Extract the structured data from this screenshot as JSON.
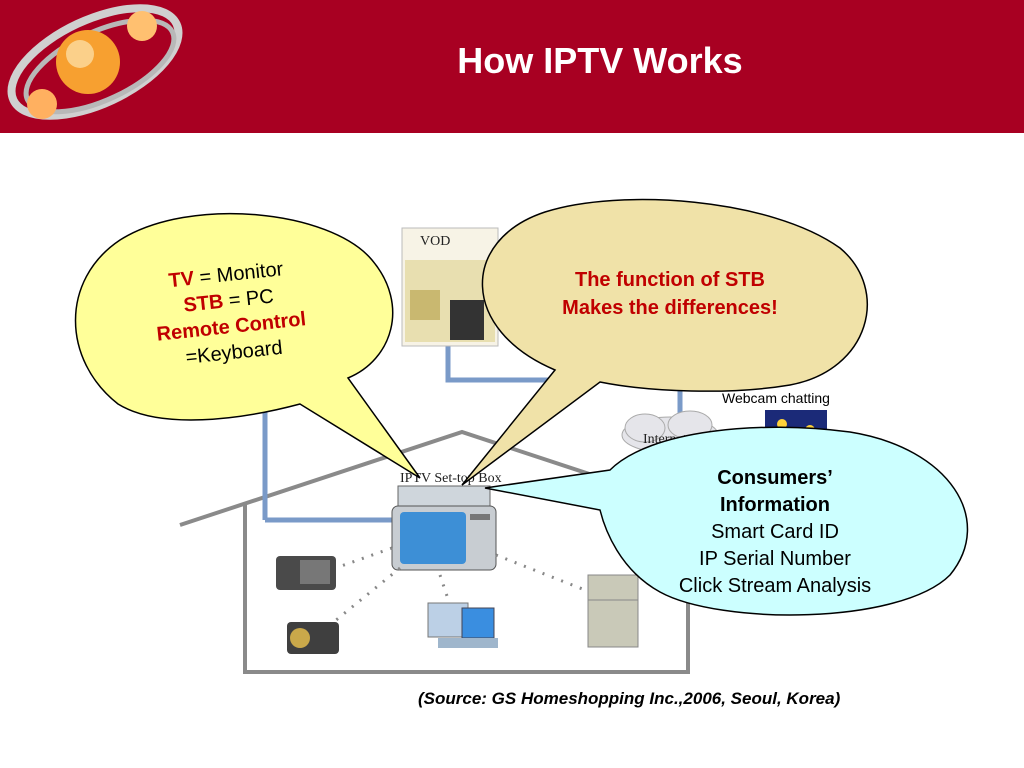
{
  "header": {
    "title": "How IPTV Works"
  },
  "diagram": {
    "vod_label": "VOD",
    "stb_label": "IPTV Set-top Box",
    "internet_label": "Internet",
    "webcam_label": "Webcam chatting"
  },
  "bubbles": {
    "left": {
      "line1_key": "TV",
      "line1_rest": " = Monitor",
      "line2_key": "STB",
      "line2_rest": " = PC",
      "line3": "Remote Control",
      "line4": "=Keyboard"
    },
    "center": {
      "line1": "The function of STB",
      "line2": "Makes the differences!"
    },
    "right": {
      "title1": "Consumers’",
      "title2": "Information",
      "item1": "Smart Card ID",
      "item2": "IP Serial Number",
      "item3": "Click Stream Analysis"
    }
  },
  "source": "(Source: GS Homeshopping Inc.,2006, Seoul, Korea)",
  "colors": {
    "header": "#a80022",
    "highlight": "#c00000",
    "bubble_yellow": "#ffff99",
    "bubble_tan": "#f0e2a8",
    "bubble_cyan": "#ccffff"
  }
}
